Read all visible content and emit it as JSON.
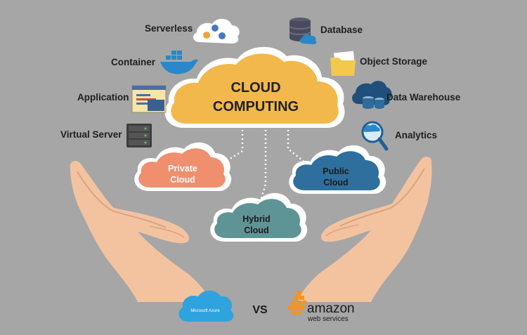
{
  "main": {
    "line1": "CLOUD",
    "line2": "COMPUTING"
  },
  "left_services": [
    {
      "label": "Serverless",
      "icon": "serverless-icon"
    },
    {
      "label": "Container",
      "icon": "docker-whale-icon"
    },
    {
      "label": "Application",
      "icon": "application-code-icon"
    },
    {
      "label": "Virtual Server",
      "icon": "server-rack-icon"
    }
  ],
  "right_services": [
    {
      "label": "Database",
      "icon": "database-icon"
    },
    {
      "label": "Object Storage",
      "icon": "folder-storage-icon"
    },
    {
      "label": "Data Warehouse",
      "icon": "data-warehouse-icon"
    },
    {
      "label": "Analytics",
      "icon": "analytics-magnifier-icon"
    }
  ],
  "clouds": {
    "private": {
      "line1": "Private",
      "line2": "Cloud",
      "color": "#ef8f6e"
    },
    "public": {
      "line1": "Public",
      "line2": "Cloud",
      "color": "#2e6f9e"
    },
    "hybrid": {
      "line1": "Hybrid",
      "line2": "Cloud",
      "color": "#5f9497"
    }
  },
  "bottom": {
    "azure_label": "Microsoft Azure",
    "vs": "VS",
    "amazon_line1": "amazon",
    "amazon_line2": "web services"
  },
  "colors": {
    "background": "#a6a6a6",
    "main_cloud": "#f2b84b",
    "hand": "#f3c3a0",
    "azure": "#2ea3de",
    "aws_orange": "#f7931e"
  }
}
